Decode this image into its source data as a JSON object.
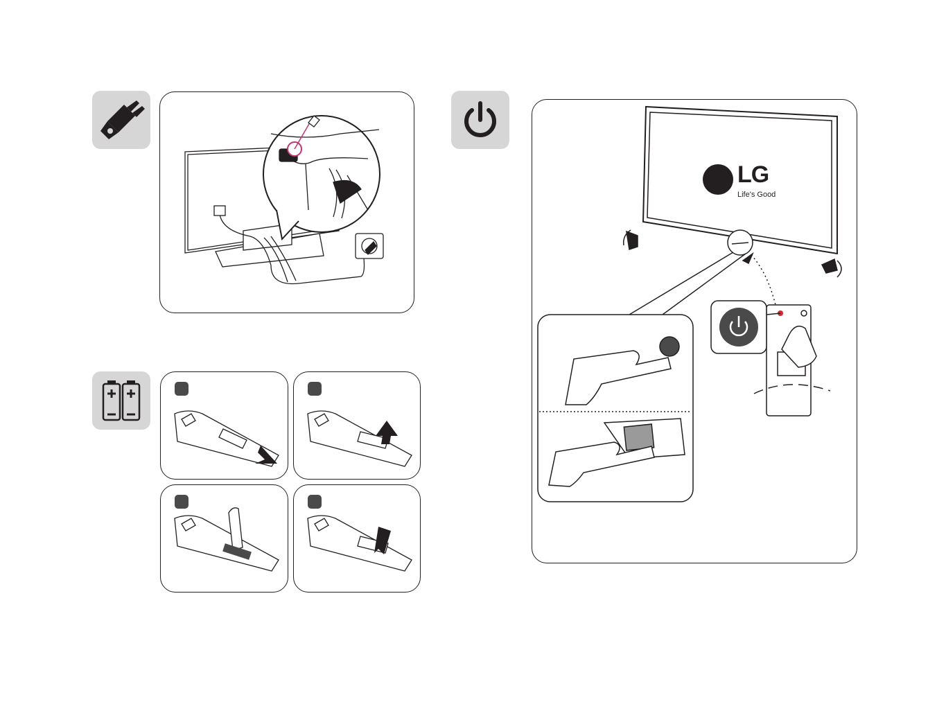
{
  "brand": {
    "logo_text": "LG",
    "tagline": "Life's Good"
  },
  "colors": {
    "tile_gray": "#d6d6d6",
    "line": "#231f20",
    "accent_magenta": "#c8336e",
    "power_red": "#d7262d"
  },
  "sections": [
    {
      "icon": "power-plug-icon",
      "step": "connect-power-cable"
    },
    {
      "icon": "batteries-icon",
      "step": "insert-remote-batteries"
    },
    {
      "icon": "power-button-icon",
      "step": "turn-on-tv"
    }
  ],
  "battery_steps": 4
}
